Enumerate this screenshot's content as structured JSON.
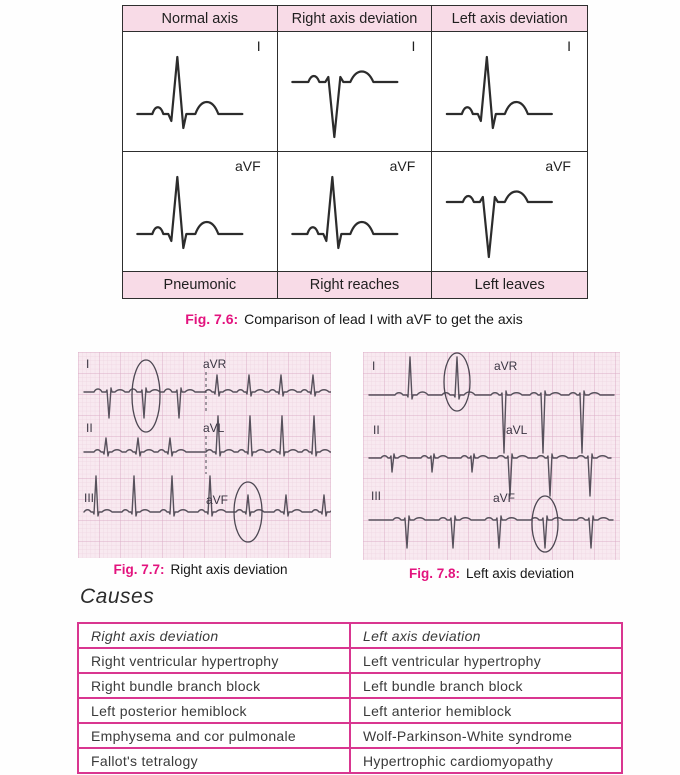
{
  "colors": {
    "accent": "#e3137e",
    "causes_table_border": "#d93690",
    "axis_header_bg": "#f8dbe7",
    "ecg_bg": "#f8e9f0",
    "ecg_grid_small": "#eed4e1",
    "ecg_grid_large": "#dcaec7",
    "waveform": "#57515c"
  },
  "axis_table": {
    "headers": [
      "Normal axis",
      "Right axis deviation",
      "Left axis deviation"
    ],
    "row1_lead": "I",
    "row2_lead": "aVF",
    "footer": [
      "Pneumonic",
      "Right reaches",
      "Left leaves"
    ]
  },
  "fig76": {
    "label": "Fig. 7.6:",
    "text": "Comparison of lead I with aVF to get the axis"
  },
  "ecg_left": {
    "lead_col1": [
      "I",
      "II",
      "III"
    ],
    "lead_col2": [
      "aVR",
      "aVL",
      "aVF"
    ],
    "caption_label": "Fig. 7.7:",
    "caption_text": "Right axis deviation"
  },
  "ecg_right": {
    "lead_col1": [
      "I",
      "II",
      "III"
    ],
    "lead_col2": [
      "aVR",
      "aVL",
      "aVF"
    ],
    "caption_label": "Fig. 7.8:",
    "caption_text": "Left axis deviation"
  },
  "causes": {
    "heading": "Causes",
    "columns": [
      "Right axis deviation",
      "Left axis deviation"
    ],
    "rows": [
      [
        "Right ventricular hypertrophy",
        "Left ventricular hypertrophy"
      ],
      [
        "Right bundle branch block",
        "Left bundle branch block"
      ],
      [
        "Left posterior hemiblock",
        "Left anterior hemiblock"
      ],
      [
        "Emphysema and cor pulmonale",
        "Wolf-Parkinson-White syndrome"
      ],
      [
        "Fallot's tetralogy",
        "Hypertrophic cardiomyopathy"
      ]
    ]
  }
}
